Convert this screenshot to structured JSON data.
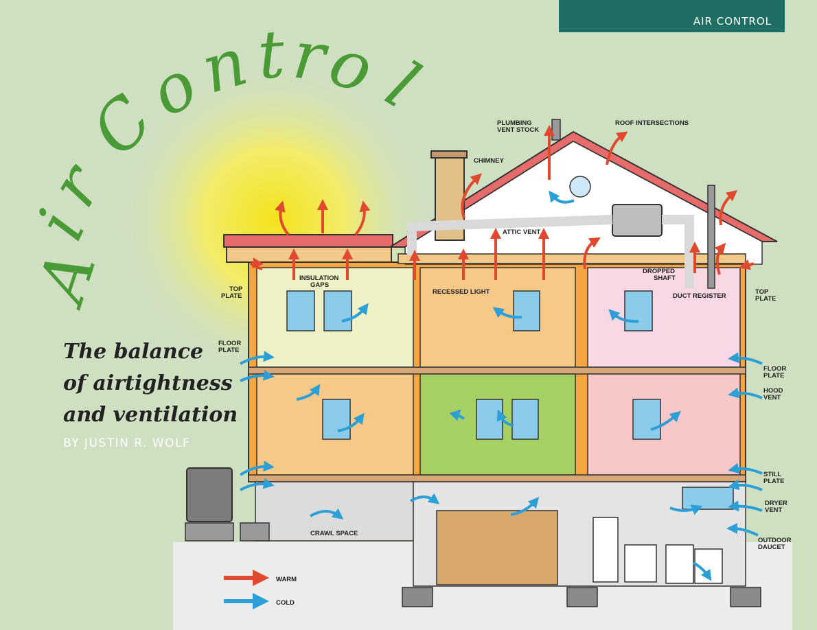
{
  "header": {
    "tag": "AIR CONTROL"
  },
  "title": {
    "chars": [
      "A",
      "i",
      "r",
      " ",
      "C",
      "o",
      "n",
      "t",
      "r",
      "o",
      "l"
    ]
  },
  "subtitle": "The balance\nof airtightness\nand ventilation",
  "byline": "BY JUSTIN R. WOLF",
  "labels": {
    "plumbing_vent": [
      "PLUMBING",
      "VENT STOCK"
    ],
    "roof_intersections": "ROOF INTERSECTIONS",
    "chimney": "CHIMNEY",
    "attic_vent": "ATTIC VENT",
    "dropped_shaft": [
      "DROPPED",
      "SHAFT"
    ],
    "duct_register": "DUCT REGISTER",
    "insulation_gaps": [
      "INSULATION",
      "GAPS"
    ],
    "recessed_light": "RECESSED LIGHT",
    "top_plate_left": [
      "TOP",
      "PLATE"
    ],
    "top_plate_right": [
      "TOP",
      "PLATE"
    ],
    "floor_plate_left": [
      "FLOOR",
      "PLATE"
    ],
    "floor_plate_right": [
      "FLOOR",
      "PLATE"
    ],
    "hood_vent": [
      "HOOD",
      "VENT"
    ],
    "still_plate": [
      "STILL",
      "PLATE"
    ],
    "dryer_vent": [
      "DRYER",
      "VENT"
    ],
    "outdoor_daucet": [
      "OUTDOOR",
      "DAUCET"
    ],
    "crawl_space": "CRAWL SPACE"
  },
  "legend": {
    "warm": "WARM",
    "cold": "COLD"
  },
  "colors": {
    "warm": "#e0492e",
    "cold": "#2c9fd6",
    "title": "#4a9a36",
    "banner": "#1f6e63"
  }
}
